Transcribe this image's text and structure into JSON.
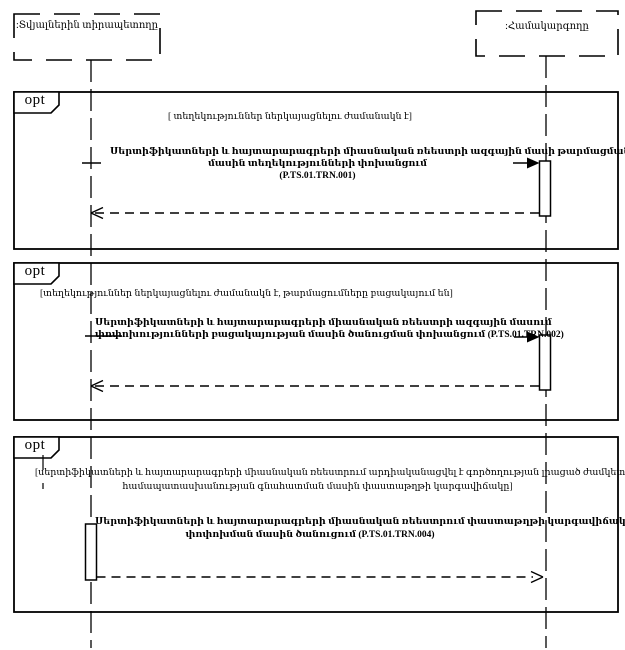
{
  "diagram_type": "uml-sequence-diagram",
  "colors": {
    "line": "#000000",
    "background": "#ffffff"
  },
  "actors": [
    {
      "label": ":Տվյալներին տիրապետողը"
    },
    {
      "label": ":Համակարգողը"
    }
  ],
  "fragments": [
    {
      "operator": "opt",
      "guard": "[ տեղեկություններ ներկայացնելու ժամանակն է]",
      "message_lines": [
        "Սերտիֆիկատների և հայտարարագրերի միասնական ռեեստրի ազգային մասի թարմացման",
        "մասին տեղեկությունների փոխանցում",
        "(P.TS.01.TRN.001)"
      ]
    },
    {
      "operator": "opt",
      "guard": "[տեղեկություններ ներկայացնելու ժամանակն է, թարմացումները բացակայում են]",
      "message_lines": [
        "Սերտիֆիկատների և հայտարարագրերի միասնական ռեեստրի ազգային մասում",
        "փոփոխությունների բացակայության մասին ծանուցման փոխանցում (P.TS.01.TRN.002)"
      ]
    },
    {
      "operator": "opt",
      "guard_lines": [
        "[սերտիֆիկատների և հայտարարագրերի միասնական ռեեստրում արդիականացվել է գործողության լրացած ժամկետով",
        "համապատասխանության գնահատման մասին փաստաթղթի կարգավիճակը]"
      ],
      "message_lines": [
        "Սերտիֆիկատների և հայտարարագրերի միասնական ռեեստրում փաստաթղթի կարգավիճակի",
        "փոփոխման մասին ծանուցում (P.TS.01.TRN.004)"
      ]
    }
  ]
}
